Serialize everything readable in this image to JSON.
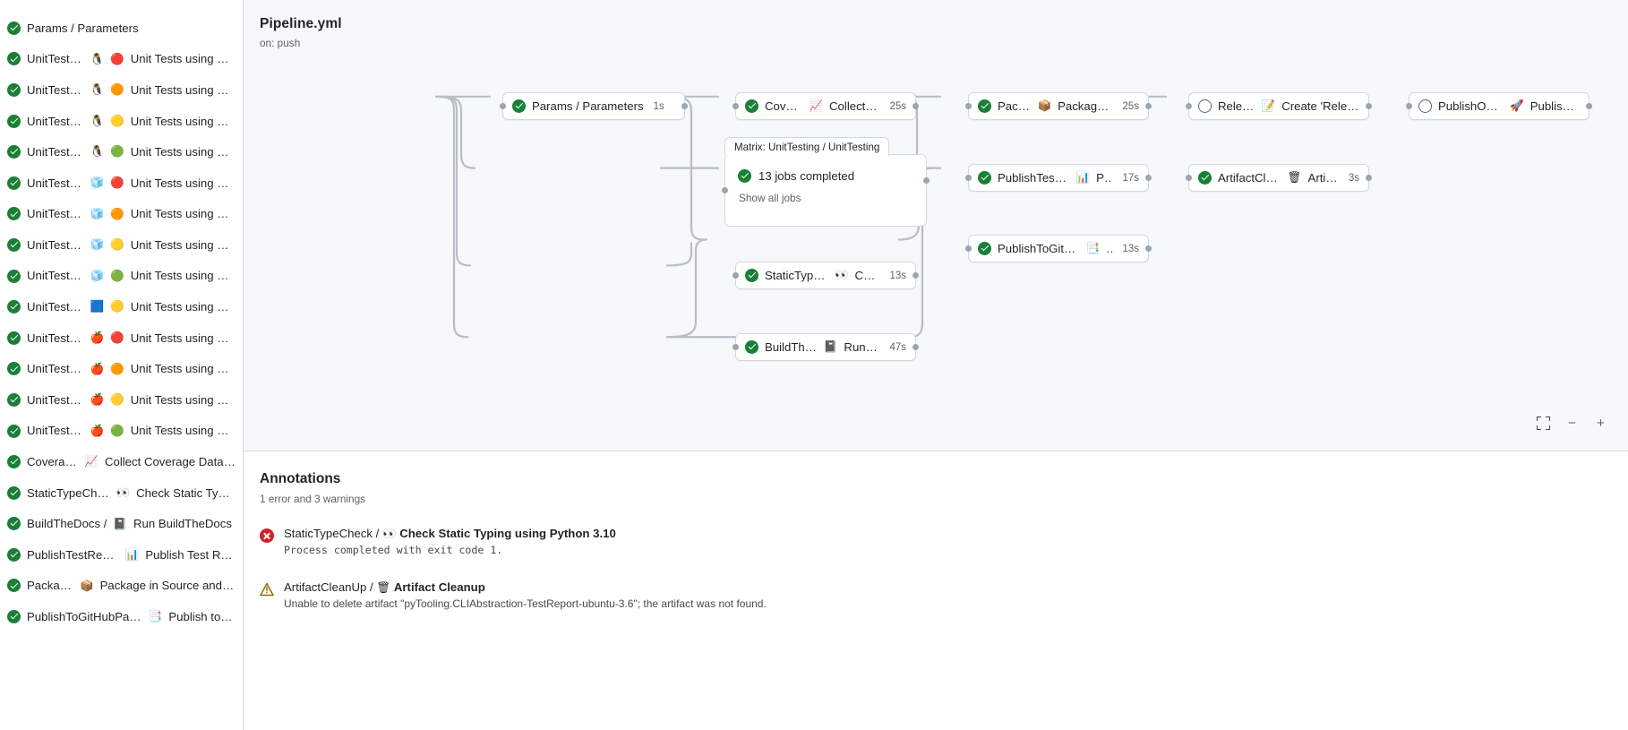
{
  "sidebar": {
    "items": [
      {
        "status": "success",
        "label": "Params / Parameters",
        "emoji": "",
        "emoji2": ""
      },
      {
        "status": "success",
        "label": "UnitTesting /",
        "emoji": "🐧",
        "emoji2": "🔴",
        "label2": "Unit Tests using Pyth..."
      },
      {
        "status": "success",
        "label": "UnitTesting /",
        "emoji": "🐧",
        "emoji2": "🟠",
        "label2": "Unit Tests using Pyth..."
      },
      {
        "status": "success",
        "label": "UnitTesting /",
        "emoji": "🐧",
        "emoji2": "🟡",
        "label2": "Unit Tests using Pyth..."
      },
      {
        "status": "success",
        "label": "UnitTesting /",
        "emoji": "🐧",
        "emoji2": "🟢",
        "label2": "Unit Tests using Pyth..."
      },
      {
        "status": "success",
        "label": "UnitTesting /",
        "emoji": "🧊",
        "emoji2": "🔴",
        "label2": "Unit Tests using Pyth..."
      },
      {
        "status": "success",
        "label": "UnitTesting /",
        "emoji": "🧊",
        "emoji2": "🟠",
        "label2": "Unit Tests using Pyth..."
      },
      {
        "status": "success",
        "label": "UnitTesting /",
        "emoji": "🧊",
        "emoji2": "🟡",
        "label2": "Unit Tests using Pyth..."
      },
      {
        "status": "success",
        "label": "UnitTesting /",
        "emoji": "🧊",
        "emoji2": "🟢",
        "label2": "Unit Tests using Pyth..."
      },
      {
        "status": "success",
        "label": "UnitTesting /",
        "emoji": "🟦",
        "emoji2": "🟡",
        "label2": "Unit Tests using Pyth..."
      },
      {
        "status": "success",
        "label": "UnitTesting /",
        "emoji": "🍎",
        "emoji2": "🔴",
        "label2": "Unit Tests using Pyth..."
      },
      {
        "status": "success",
        "label": "UnitTesting /",
        "emoji": "🍎",
        "emoji2": "🟠",
        "label2": "Unit Tests using Pyth..."
      },
      {
        "status": "success",
        "label": "UnitTesting /",
        "emoji": "🍎",
        "emoji2": "🟡",
        "label2": "Unit Tests using Pyth..."
      },
      {
        "status": "success",
        "label": "UnitTesting /",
        "emoji": "🍎",
        "emoji2": "🟢",
        "label2": "Unit Tests using Pyth..."
      },
      {
        "status": "success",
        "label": "Coverage /",
        "emoji": "📈",
        "emoji2": "",
        "label2": "Collect Coverage Data usi..."
      },
      {
        "status": "success",
        "label": "StaticTypeCheck /",
        "emoji": "👀",
        "emoji2": "",
        "label2": "Check Static Typing..."
      },
      {
        "status": "success",
        "label": "BuildTheDocs /",
        "emoji": "📓",
        "emoji2": "",
        "label2": "Run BuildTheDocs"
      },
      {
        "status": "success",
        "label": "PublishTestResults /",
        "emoji": "📊",
        "emoji2": "",
        "label2": "Publish Test Resu..."
      },
      {
        "status": "success",
        "label": "Package /",
        "emoji": "📦",
        "emoji2": "",
        "label2": "Package in Source and Wh..."
      },
      {
        "status": "success",
        "label": "PublishToGitHubPages /",
        "emoji": "📑",
        "emoji2": "",
        "label2": "Publish to G..."
      }
    ]
  },
  "graph": {
    "title": "Pipeline.yml",
    "subtitle": "on: push",
    "matrix_tab_label": "Matrix: UnitTesting / UnitTesting",
    "matrix_jobs_label": "13 jobs completed",
    "matrix_show_all": "Show all jobs",
    "nodes": [
      {
        "id": "params",
        "status": "success",
        "label": "Params / Parameters",
        "emoji": "",
        "duration": "1s"
      },
      {
        "id": "coverage",
        "status": "success",
        "label": "Coverage /",
        "emoji": "📈",
        "label2": "Collect Cove...",
        "duration": "25s"
      },
      {
        "id": "statictype",
        "status": "success",
        "label": "StaticTypeCheck /",
        "emoji": "👀",
        "label2": "Chec...",
        "duration": "13s"
      },
      {
        "id": "buildthedocs",
        "status": "success",
        "label": "BuildTheDocs /",
        "emoji": "📓",
        "label2": "Run Buil...",
        "duration": "47s"
      },
      {
        "id": "package",
        "status": "success",
        "label": "Package /",
        "emoji": "📦",
        "label2": "Package in So...",
        "duration": "25s"
      },
      {
        "id": "testresults",
        "status": "success",
        "label": "PublishTestResults /",
        "emoji": "📊",
        "label2": "Pu...",
        "duration": "17s"
      },
      {
        "id": "ghpages",
        "status": "success",
        "label": "PublishToGitHubPages /",
        "emoji": "📑",
        "label2": "...",
        "duration": "13s"
      },
      {
        "id": "release",
        "status": "skipped",
        "label": "Release /",
        "emoji": "📝",
        "label2": "Create 'Release P...",
        "duration": ""
      },
      {
        "id": "cleanup",
        "status": "success",
        "label": "ArtifactCleanUp /",
        "emoji": "🗑",
        "label2": "Artifac...",
        "duration": "3s"
      },
      {
        "id": "pypi",
        "status": "skipped",
        "label": "PublishOnPyPI /",
        "emoji": "🚀",
        "label2": "Publish to ...",
        "duration": ""
      }
    ],
    "controls": {
      "fit_label": "fit-to-screen",
      "zoom_out_label": "−",
      "zoom_in_label": "+"
    }
  },
  "annotations": {
    "title": "Annotations",
    "summary": "1 error and 3 warnings",
    "rows": [
      {
        "severity": "error",
        "job": "StaticTypeCheck /",
        "emoji": "👀",
        "step": "Check Static Typing using Python 3.10",
        "detail": "Process completed with exit code 1."
      },
      {
        "severity": "warning",
        "job": "ArtifactCleanUp /",
        "emoji": "🗑",
        "step": "Artifact Cleanup",
        "detail": "Unable to delete artifact \"pyTooling.CLIAbstraction-TestReport-ubuntu-3.6\"; the artifact was not found."
      }
    ]
  },
  "colors": {
    "success": "#1a7f37",
    "error": "#cf222e",
    "warning": "#9a6700",
    "skipped": "#59636e",
    "border": "#d1d9e0",
    "canvas_bg": "#f6f8fa"
  }
}
